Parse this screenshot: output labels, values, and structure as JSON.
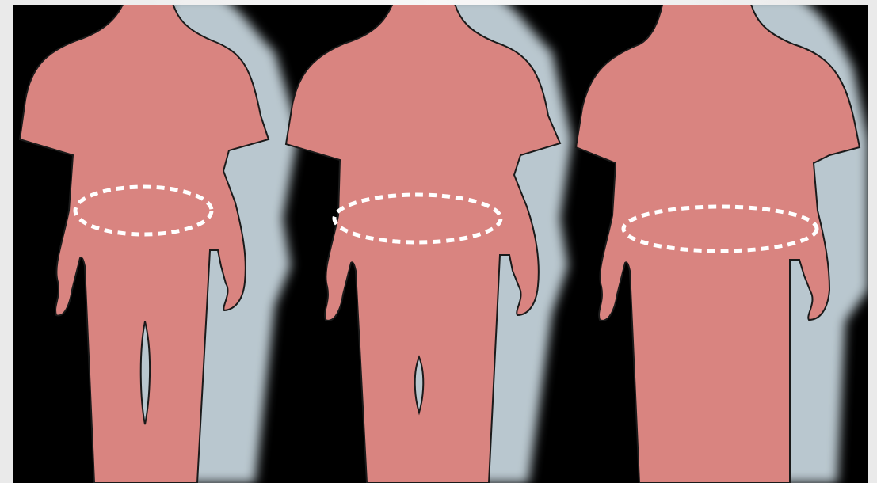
{
  "image": {
    "subject": "three-figure-silhouettes-waist-circumference",
    "colors": {
      "background": "#000000",
      "body": "#d98480",
      "body_outline": "#1a1a1a",
      "shadow": "#b9c7cf",
      "waist_marker": "#ffffff",
      "frame": "#efefef"
    },
    "figures": [
      {
        "id": "figure-slim",
        "waist_level": 1
      },
      {
        "id": "figure-medium",
        "waist_level": 2
      },
      {
        "id": "figure-large",
        "waist_level": 3
      }
    ]
  }
}
